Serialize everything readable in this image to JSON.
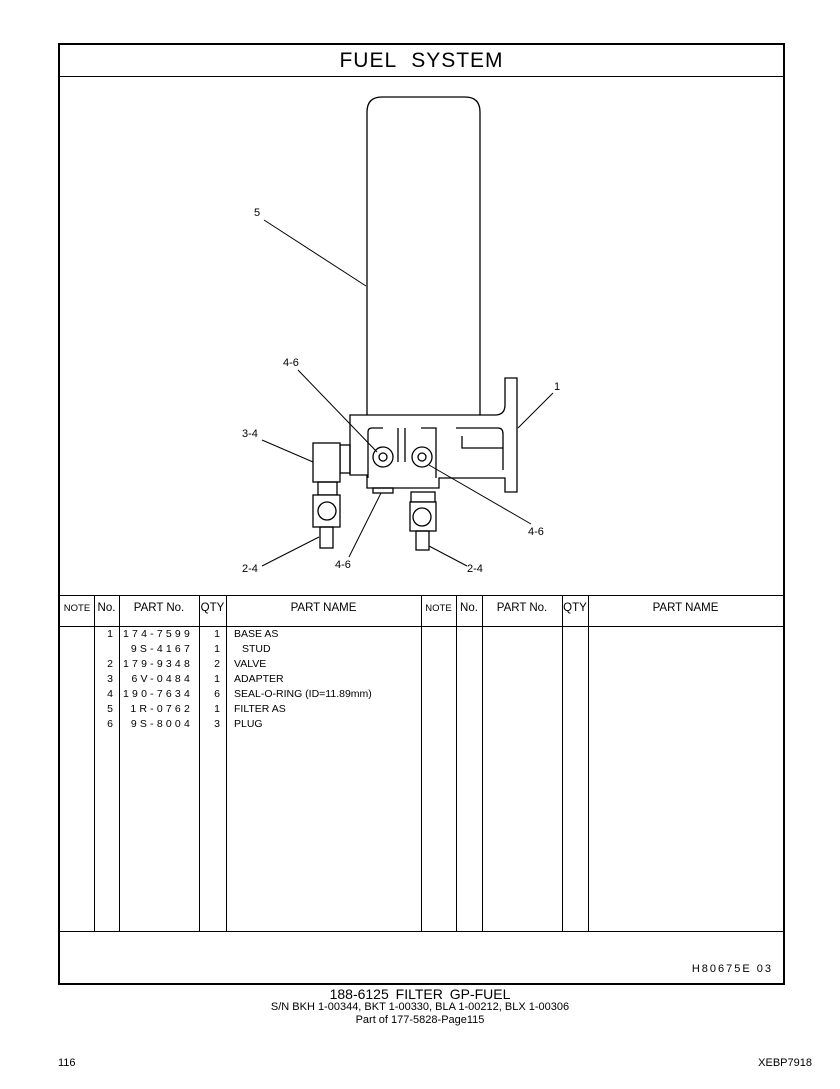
{
  "title": "FUEL SYSTEM",
  "callouts": {
    "c5": "5",
    "c46a": "4-6",
    "c1": "1",
    "c34": "3-4",
    "c46b": "4-6",
    "c46c": "4-6",
    "c24a": "2-4",
    "c24b": "2-4"
  },
  "table": {
    "headers": [
      "NOTE",
      "No.",
      "PART No.",
      "QTY",
      "PART NAME",
      "NOTE",
      "No.",
      "PART No.",
      "QTY",
      "PART NAME"
    ],
    "rows": [
      {
        "note": "",
        "no": "1",
        "part": "174-7599",
        "qty": "1",
        "name": "BASE AS"
      },
      {
        "note": "",
        "no": "",
        "part": "9S-4167",
        "qty": "1",
        "name": "STUD"
      },
      {
        "note": "",
        "no": "2",
        "part": "179-9348",
        "qty": "2",
        "name": "VALVE"
      },
      {
        "note": "",
        "no": "3",
        "part": "6V-0484",
        "qty": "1",
        "name": "ADAPTER"
      },
      {
        "note": "",
        "no": "4",
        "part": "190-7634",
        "qty": "6",
        "name": "SEAL-O-RING (ID=11.89mm)"
      },
      {
        "note": "",
        "no": "5",
        "part": "1R-0762",
        "qty": "1",
        "name": "FILTER AS"
      },
      {
        "note": "",
        "no": "6",
        "part": "9S-8004",
        "qty": "3",
        "name": "PLUG"
      }
    ]
  },
  "illustration_code": "H80675E   03",
  "footer": {
    "group": "188-6125  FILTER  GP-FUEL",
    "serials": "S/N BKH 1-00344, BKT 1-00330, BLA 1-00212, BLX 1-00306",
    "part_of": "Part of 177-5828-Page115",
    "page_number": "116",
    "doc_id": "XEBP7918"
  }
}
